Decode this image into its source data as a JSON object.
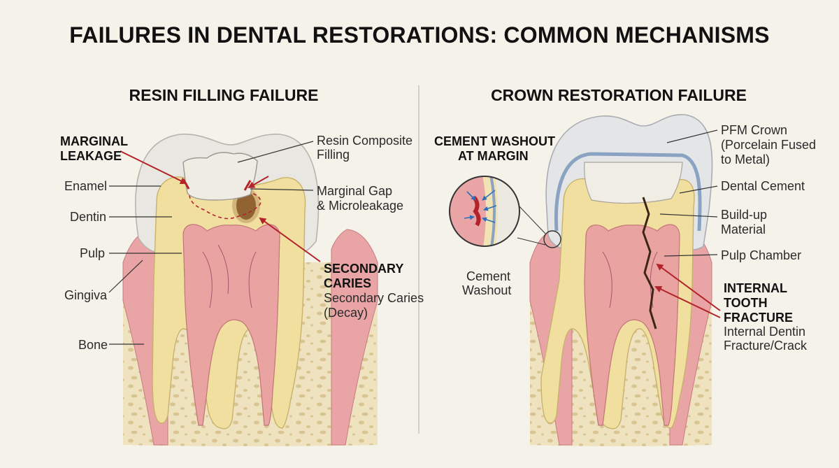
{
  "title": "FAILURES IN DENTAL RESTORATIONS: COMMON MECHANISMS",
  "left_panel": {
    "heading": "RESIN FILLING FAILURE",
    "labels": {
      "marginal_leakage_1": "MARGINAL",
      "marginal_leakage_2": "LEAKAGE",
      "enamel": "Enamel",
      "dentin": "Dentin",
      "pulp": "Pulp",
      "gingiva": "Gingiva",
      "bone": "Bone",
      "resin_1": "Resin Composite",
      "resin_2": "Filling",
      "gap_1": "Marginal Gap",
      "gap_2": "& Microleakage",
      "secondary_bold_1": "SECONDARY",
      "secondary_bold_2": "CARIES",
      "secondary_1": "Secondary Caries",
      "secondary_2": "(Decay)"
    }
  },
  "right_panel": {
    "heading": "CROWN RESTORATION FAILURE",
    "labels": {
      "washout_bold_1": "CEMENT WASHOUT",
      "washout_bold_2": "AT MARGIN",
      "washout_1": "Cement",
      "washout_2": "Washout",
      "pfm_1": "PFM Crown",
      "pfm_2": "(Porcelain Fused",
      "pfm_3": "to Metal)",
      "cement": "Dental Cement",
      "buildup_1": "Build-up",
      "buildup_2": "Material",
      "pulp_chamber": "Pulp Chamber",
      "fracture_bold_1": "INTERNAL",
      "fracture_bold_2": "TOOTH",
      "fracture_bold_3": "FRACTURE",
      "fracture_1": "Internal Dentin",
      "fracture_2": "Fracture/Crack"
    }
  },
  "colors": {
    "background": "#f5f2ea",
    "enamel": "#eceae4",
    "dentin": "#f1dfa0",
    "pulp": "#e9a3a0",
    "gingiva": "#e9a4a6",
    "bone": "#efe2bf",
    "arrow": "#b3232b"
  }
}
